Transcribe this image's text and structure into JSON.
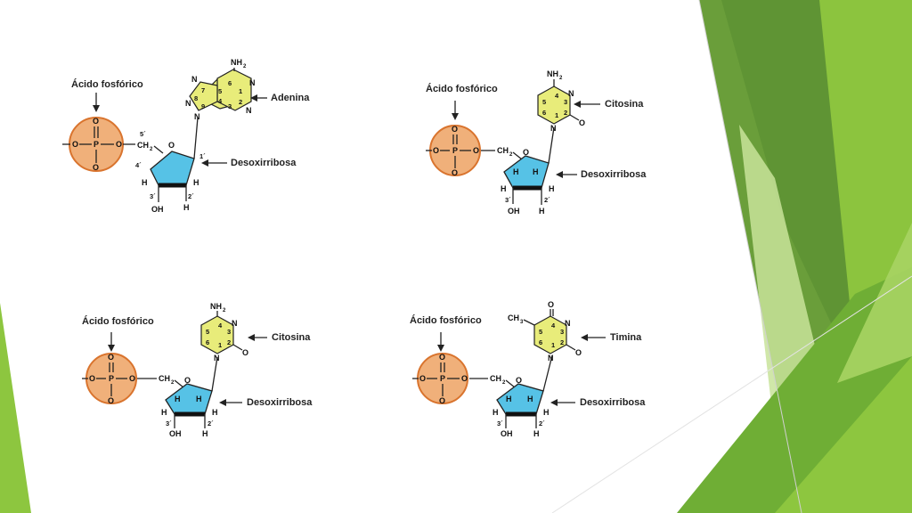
{
  "theme": {
    "phosphate_fill": "#f0b07a",
    "phosphate_stroke": "#d9742e",
    "sugar_fill": "#56c2e6",
    "base_fill": "#e8ec7a",
    "green_dark": "#5a8f2e",
    "green_mid": "#7fb842",
    "green_light": "#a9d468"
  },
  "common": {
    "phosphate_label": "Ácido fosfórico",
    "sugar_label": "Desoxirribosa",
    "atom_p": "P",
    "atom_o": "O",
    "atom_oh": "OH",
    "atom_h": "H",
    "atom_n": "N",
    "ch2": "CH",
    "sub2": "2",
    "nh2": "NH",
    "ch3": "CH",
    "sub3": "3",
    "pos_5": "5´",
    "pos_4": "4´",
    "pos_3": "3´",
    "pos_2": "2´",
    "pos_1": "1´"
  },
  "nucleotides": [
    {
      "id": "adenina",
      "base_label": "Adenina"
    },
    {
      "id": "citosina-1",
      "base_label": "Citosina"
    },
    {
      "id": "citosina-2",
      "base_label": "Citosina"
    },
    {
      "id": "timina",
      "base_label": "Timina"
    }
  ],
  "ring_numbers": {
    "purine": [
      "6",
      "1",
      "2",
      "3",
      "4",
      "5",
      "7",
      "8",
      "9"
    ],
    "pyrimidine": [
      "4",
      "3",
      "2",
      "1",
      "6",
      "5"
    ]
  }
}
